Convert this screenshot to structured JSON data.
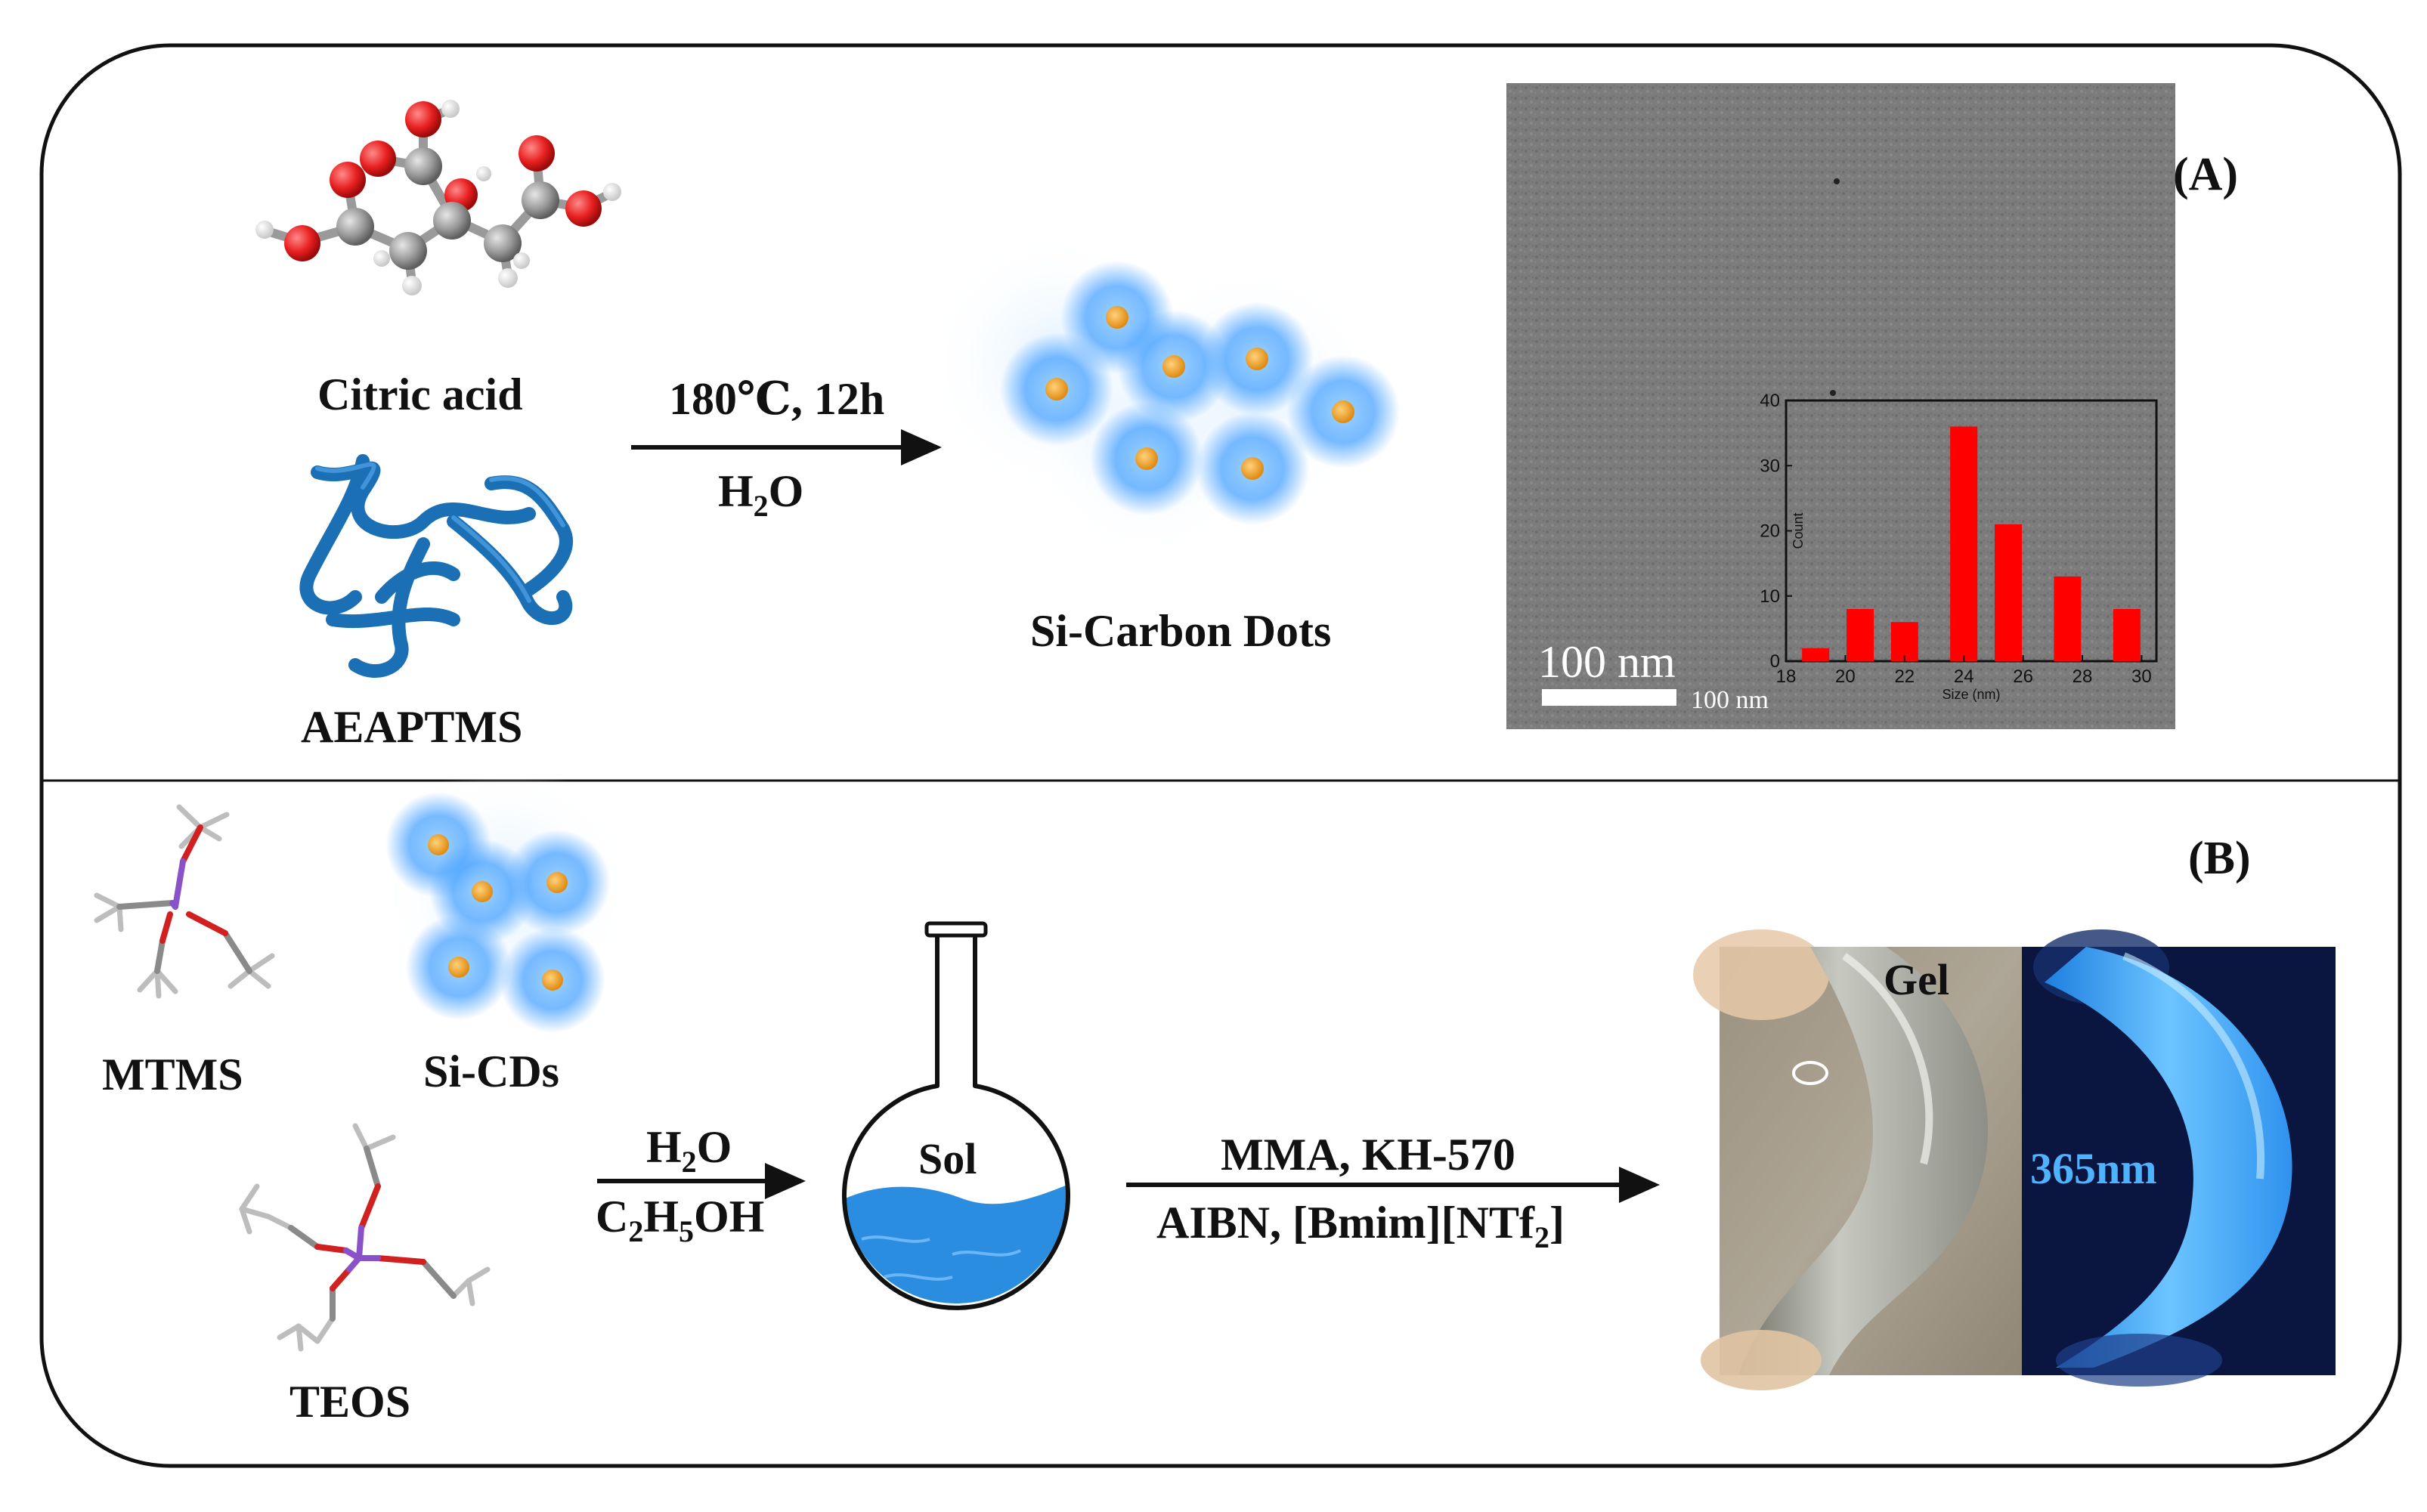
{
  "panel_a": {
    "tag": "(A)",
    "reagent_1": "Citric acid",
    "reagent_2": "AEAPTMS",
    "condition_top": "180℃, 12h",
    "condition_bottom_main": "H",
    "condition_bottom_sub": "2",
    "condition_bottom_tail": "O",
    "product": "Si-Carbon Dots",
    "tem_scale_label": "100 nm",
    "tem_scale_label_small": "100 nm"
  },
  "panel_b": {
    "tag": "(B)",
    "reagent_1": "MTMS",
    "reagent_2": "Si-CDs",
    "reagent_3": "TEOS",
    "solvent_top_main": "H",
    "solvent_top_sub": "2",
    "solvent_top_tail": "O",
    "solvent_bottom_a": "C",
    "solvent_bottom_sub1": "2",
    "solvent_bottom_b": "H",
    "solvent_bottom_sub2": "5",
    "solvent_bottom_c": "OH",
    "flask_label": "Sol",
    "step2_top": "MMA, KH-570",
    "step2_bottom_main": "AIBN,  [Bmim][NTf",
    "step2_bottom_sub": "2",
    "step2_bottom_tail": "]",
    "photo_label_left": "Gel",
    "photo_label_right": "365nm"
  },
  "colors": {
    "bar_red": "#ff0000",
    "dot_orange": "#f0a020",
    "glow_blue": "#4aa3ff",
    "ribbon_blue": "#1a6fb5",
    "sol_blue": "#2a8de0",
    "atom_red": "#e82020",
    "atom_gray": "#9a9a9a",
    "si_purple": "#8a52c8",
    "uv_blue": "#4fb2ff"
  },
  "chart_data": {
    "type": "bar",
    "categories": [
      "19",
      "20.5",
      "22",
      "24",
      "25.5",
      "27.5",
      "29.5"
    ],
    "values": [
      2,
      8,
      6,
      36,
      21,
      13,
      8
    ],
    "x": [
      19,
      20.5,
      22,
      24,
      25.5,
      27.5,
      29.5
    ],
    "xticks": [
      "18",
      "20",
      "22",
      "24",
      "26",
      "28",
      "30"
    ],
    "yticks": [
      "0",
      "10",
      "20",
      "30",
      "40"
    ],
    "xlabel": "Size (nm)",
    "ylabel": "Count",
    "xlim": [
      18,
      30.5
    ],
    "ylim": [
      0,
      40
    ]
  }
}
